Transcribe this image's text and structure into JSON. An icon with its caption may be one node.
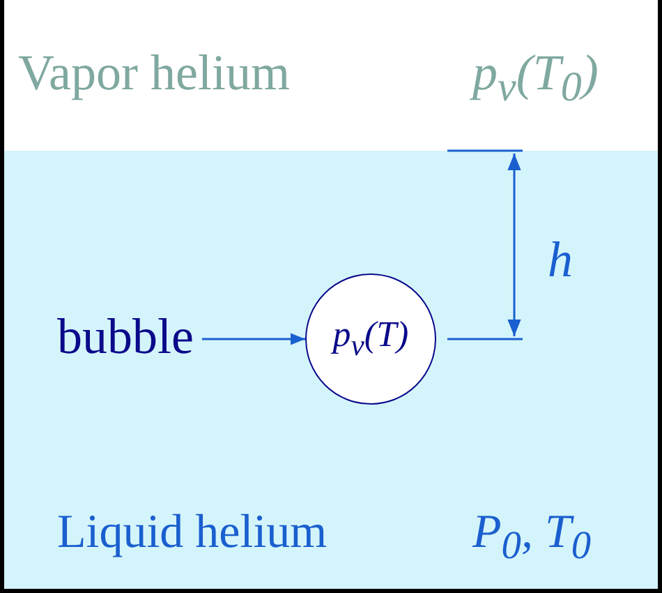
{
  "diagram": {
    "nodes": [
      {
        "text": [
          "Vapor helium",
          "p$_{v}$(T$_{0}$)"
        ]
      },
      {
        "text": [
          "Liquid helium",
          "P$_{0}$, T$_{0}$"
        ]
      },
      {
        "text": [
          "bubble"
        ],
        "in": 1
      },
      {
        "text": [
          "p$_{v}$(T)"
        ],
        "in": 1
      }
    ],
    "edges": [
      {
        "from": 2,
        "to": 3,
        "arrow": "to"
      }
    ],
    "labels": [
      "h"
    ]
  }
}
